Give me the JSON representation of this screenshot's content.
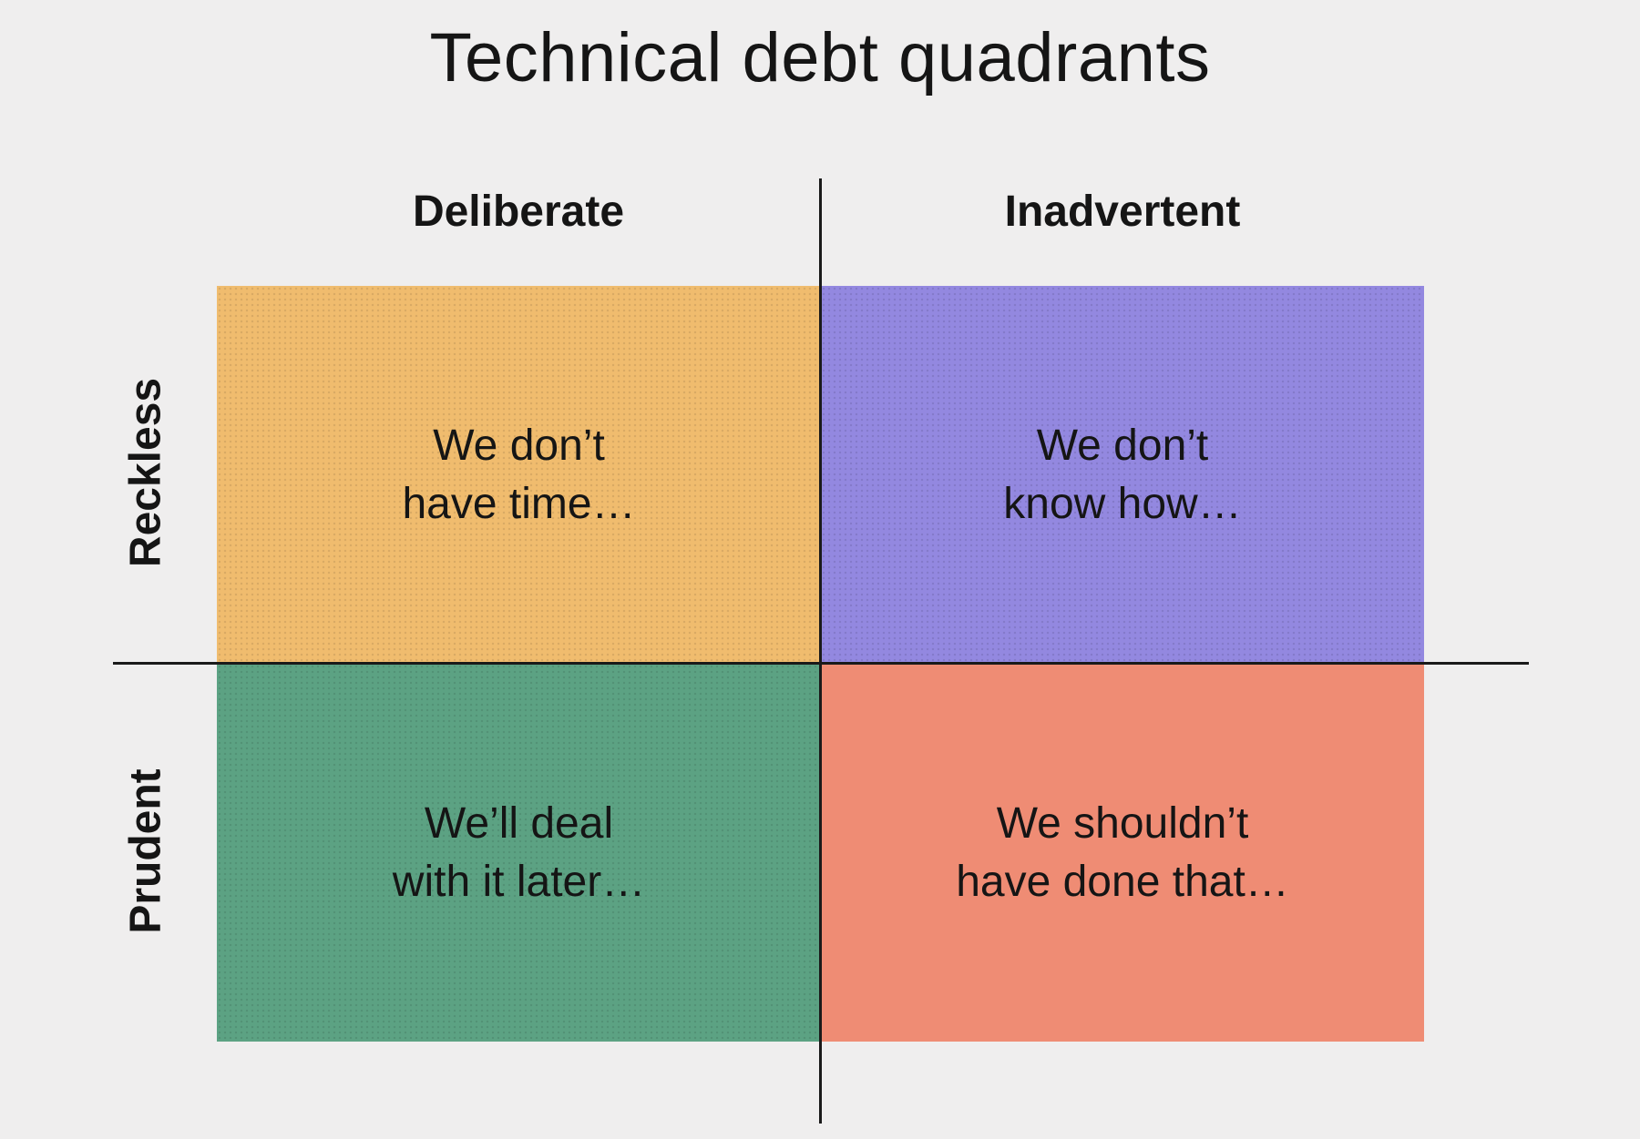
{
  "title": "Technical debt quadrants",
  "columns": [
    "Deliberate",
    "Inadvertent"
  ],
  "rows": [
    "Reckless",
    "Prudent"
  ],
  "quadrants": [
    {
      "line1": "We don’t",
      "line2": "have time…",
      "color": "#f0bc6e"
    },
    {
      "line1": "We don’t",
      "line2": "know how…",
      "color": "#9388e0"
    },
    {
      "line1": "We’ll deal",
      "line2": "with it later…",
      "color": "#5ca283"
    },
    {
      "line1": "We shouldn’t",
      "line2": "have done that…",
      "color": "#ef8c74"
    }
  ]
}
